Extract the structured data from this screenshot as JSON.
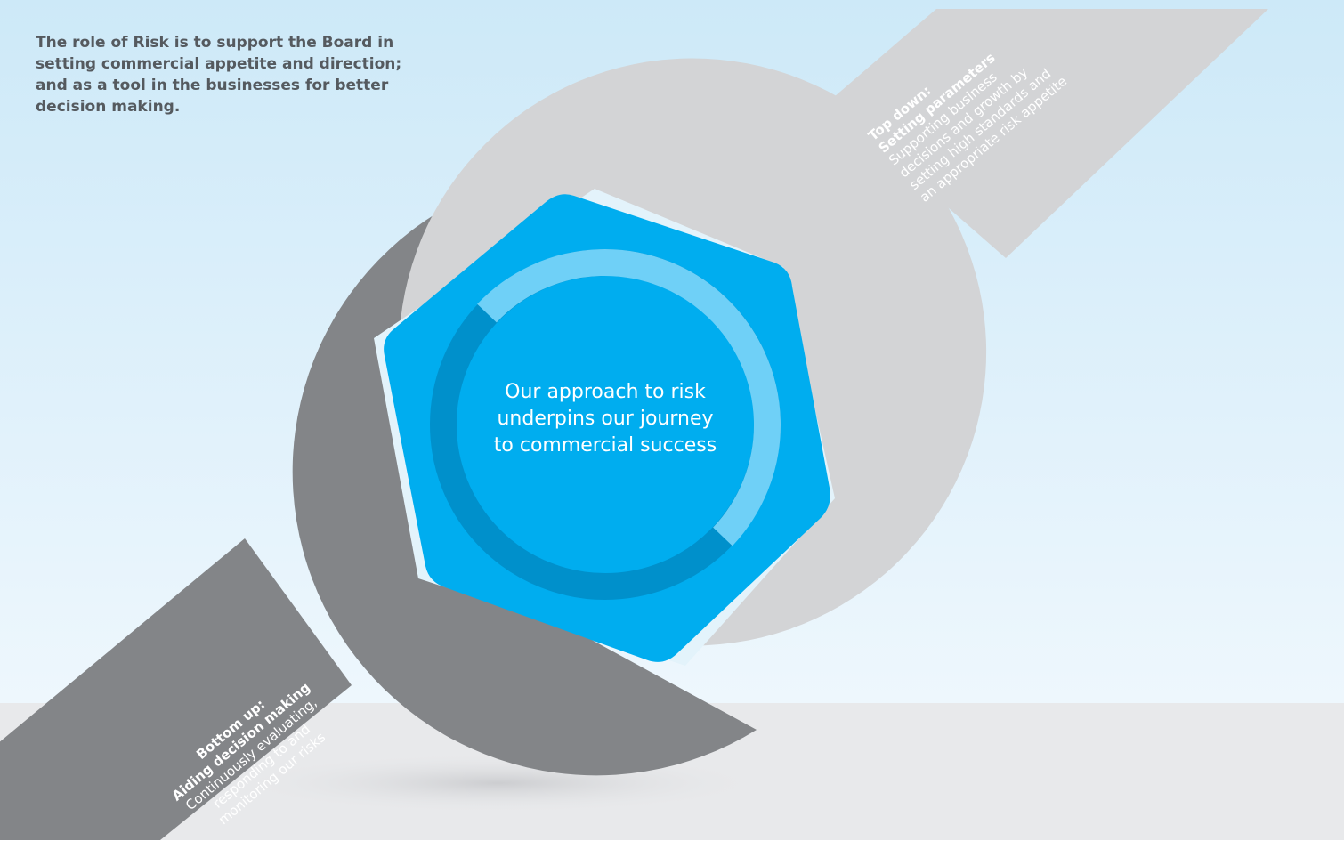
{
  "intro": {
    "lines": [
      "The role of Risk is to support the Board in",
      "setting commercial appetite and direction;",
      "and as a tool in the businesses for better",
      "decision making."
    ]
  },
  "center": {
    "lines": [
      "Our approach to risk",
      "underpins our journey",
      "to commercial success"
    ]
  },
  "top_wrench": {
    "heading": "Top down:",
    "subheading": "Setting parameters",
    "lines": [
      "Supporting business",
      "decisions and growth by",
      "setting high standards and",
      "an appropriate risk appetite"
    ]
  },
  "bottom_wrench": {
    "heading": "Bottom up:",
    "subheading": "Aiding decision making",
    "lines": [
      "Continuously evaluating,",
      "responding to and",
      "monitoring our risks"
    ]
  },
  "colors": {
    "sky_top": "#cde9f8",
    "sky_bottom": "#eef7fd",
    "floor": "#e8e9eb",
    "wrench_light": "#d3d4d6",
    "wrench_dark": "#838588",
    "nut": "#00adef",
    "ring_light": "#6fd0f7",
    "ring_dark": "#0090cb"
  }
}
